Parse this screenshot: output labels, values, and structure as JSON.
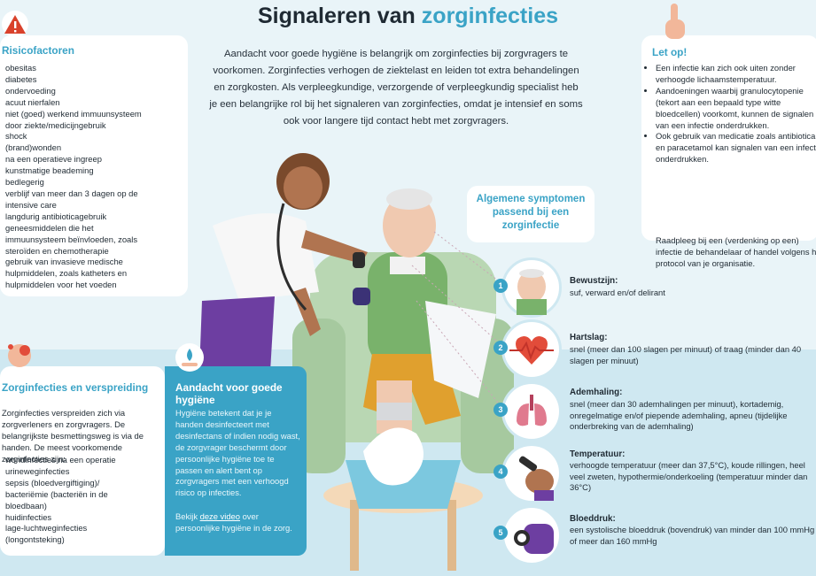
{
  "header": {
    "title_part1": "Signaleren van",
    "title_accent": "zorginfecties"
  },
  "intro": "Aandacht voor goede hygiëne is belangrijk om zorginfecties bij zorgvragers te voorkomen. Zorginfecties verhogen de ziektelast en leiden tot extra behandelingen en zorgkosten. Als verpleegkundige, verzorgende of verpleegkundig specialist heb je een belangrijke rol bij het signaleren van zorginfecties, omdat je intensief en soms ook voor langere tijd contact hebt met zorgvragers.",
  "risk": {
    "title": "Risicofactoren",
    "items": [
      "obesitas",
      "diabetes",
      "ondervoeding",
      "acuut nierfalen",
      "niet (goed) werkend immuunsysteem",
      "door ziekte/medicijngebruik",
      "shock",
      "(brand)wonden",
      "na een operatieve ingreep",
      "kunstmatige beademing",
      "bedlegerig",
      "verblijf van meer dan 3 dagen op de",
      "intensive care",
      "langdurig antibioticagebruik",
      "geneesmiddelen die het",
      "immuunsysteem beïnvloeden, zoals",
      "steroïden en chemotherapie",
      "gebruik van invasieve medische",
      "hulpmiddelen, zoals katheters en",
      "hulpmiddelen voor het voeden"
    ]
  },
  "let_op": {
    "title": "Let op!",
    "items": [
      "Een infectie kan zich ook uiten zonder verhoogde lichaamstemperatuur.",
      "Aandoeningen waarbij granulocytopenie (tekort aan een bepaald type witte bloedcellen) voorkomt, kunnen de signalen van een infectie onderdrukken.",
      "Ook gebruik van medicatie zoals antibiotica en paracetamol kan signalen van een infectie onderdrukken."
    ],
    "note": "Raadpleeg bij een (verdenking op een) infectie de behandelaar of handel volgens het protocol van je organisatie."
  },
  "infections": {
    "title": "Zorginfecties en verspreiding",
    "intro": "Zorginfecties verspreiden zich via zorgverleners en zorgvragers. De belangrijkste besmettingsweg is via de handen. De meest voorkomende zorginfecties zijn:",
    "items": [
      "wondinfecties na een operatie",
      "urineweginfecties",
      "sepsis (bloedvergiftiging)/",
      "bacteriëmie (bacteriën in de",
      "bloedbaan)",
      "huidinfecties",
      "lage-luchtweginfecties",
      "(longontsteking)"
    ]
  },
  "hygiene": {
    "title": "Aandacht voor goede hygiëne",
    "text": "Hygiëne betekent dat je je handen desinfecteert met desinfectans of indien nodig wast, de zorgvrager beschermt door persoonlijke hygiëne toe te passen en alert bent op zorgvragers met een verhoogd risico op infecties.",
    "link_pre": "Bekijk ",
    "link_text": "deze video",
    "link_post": " over persoonlijke hygiëne in de zorg."
  },
  "symptoms": {
    "heading": "Algemene symptomen passend bij een zorginfectie",
    "items": [
      {
        "num": "1",
        "title": "Bewustzijn:",
        "text": "suf, verward en/of delirant",
        "icon": "confused-face-icon"
      },
      {
        "num": "2",
        "title": "Hartslag:",
        "text": "snel (meer dan 100 slagen per minuut) of traag (minder dan 40 slagen per minuut)",
        "icon": "heart-pulse-icon"
      },
      {
        "num": "3",
        "title": "Ademhaling:",
        "text": "snel (meer dan 30 ademhalingen per minuut), kortademig, onregelmatige en/of piepende ademhaling, apneu (tijdelijke onderbreking van de ademhaling)",
        "icon": "lungs-icon"
      },
      {
        "num": "4",
        "title": "Temperatuur:",
        "text": "verhoogde temperatuur (meer dan 37,5°C), koude rillingen, heel veel zweten, hypothermie/onderkoeling (temperatuur minder dan 36°C)",
        "icon": "thermometer-icon"
      },
      {
        "num": "5",
        "title": "Bloeddruk:",
        "text": "een systolische bloeddruk (bovendruk) van minder dan 100 mmHg of meer dan 160 mmHg",
        "icon": "blood-pressure-icon"
      }
    ]
  },
  "colors": {
    "accent": "#3aa3c6",
    "dark": "#1f2a33",
    "panel": "#ffffff",
    "bg": "#e9f4f8"
  }
}
